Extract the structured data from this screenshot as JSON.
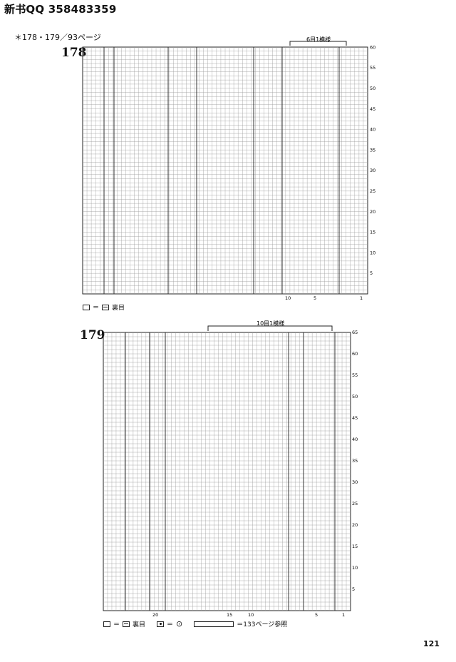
{
  "header": {
    "text": "新书QQ 358483359"
  },
  "reference": {
    "text": "＊178・179／93ページ"
  },
  "charts": [
    {
      "id": "178",
      "title": "178",
      "repeat_label": "6目1模様",
      "row_numbers": [
        "5",
        "10",
        "15",
        "20",
        "25",
        "30",
        "35",
        "40",
        "45",
        "50",
        "55",
        "60"
      ],
      "col_numbers": [
        "10",
        "5",
        "1"
      ],
      "legend_text": "裏目"
    },
    {
      "id": "179",
      "title": "179",
      "repeat_label": "10目1模様",
      "row_numbers": [
        "5",
        "10",
        "15",
        "20",
        "25",
        "30",
        "35",
        "40",
        "45",
        "50",
        "55",
        "60",
        "65"
      ],
      "col_numbers": [
        "20",
        "15",
        "10",
        "5",
        "1"
      ],
      "legend_text": "裏目",
      "legend_text_2": "＝133ページ参照"
    }
  ],
  "page_number": {
    "text": "121"
  }
}
